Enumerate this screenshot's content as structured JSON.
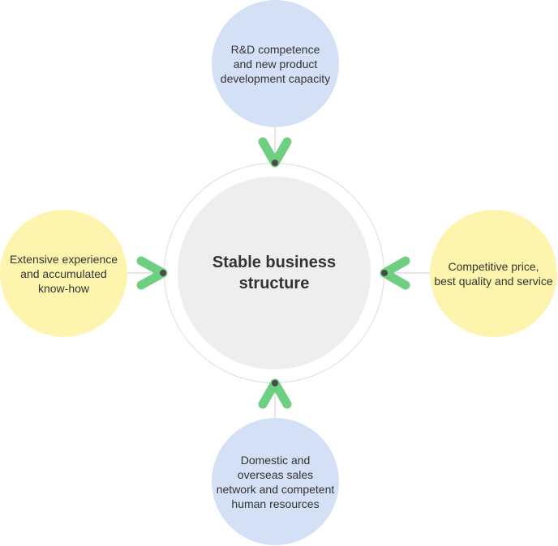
{
  "center": {
    "label": "Stable business\nstructure"
  },
  "nodes": {
    "top": {
      "label": "R&D competence\nand new product\ndevelopment capacity",
      "color": "#d3e0f5"
    },
    "right": {
      "label": "Competitive price,\nbest quality and service",
      "color": "#fdf5ad"
    },
    "bottom": {
      "label": "Domestic and\noverseas sales\nnetwork and competent\nhuman resources",
      "color": "#d3e0f5"
    },
    "left": {
      "label": "Extensive experience\nand accumulated\nknow-how",
      "color": "#fdf5ad"
    }
  },
  "colors": {
    "arrow": "#6fcf80",
    "arrow_dot": "#4a4a4a",
    "center_fill": "#eeeeee",
    "ring": "#dcdcdc",
    "connector": "#cccccc"
  }
}
